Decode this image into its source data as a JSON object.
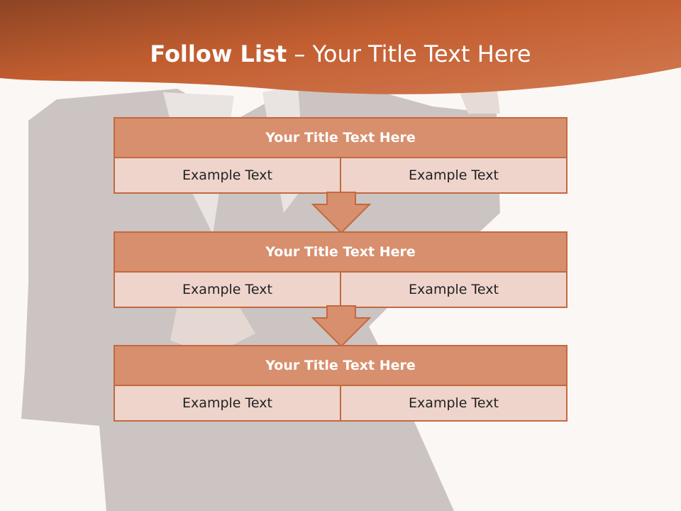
{
  "slide": {
    "title_bold": "Follow List",
    "title_rest": " – Your Title Text Here"
  },
  "colors": {
    "header": "#c25e30",
    "block_title_fill": "#d88f6d",
    "cell_fill": "#eed4cb",
    "border": "#c3693f"
  },
  "steps": [
    {
      "title": "Your Title Text Here",
      "left": "Example Text",
      "right": "Example Text"
    },
    {
      "title": "Your Title Text Here",
      "left": "Example Text",
      "right": "Example Text"
    },
    {
      "title": "Your Title Text Here",
      "left": "Example Text",
      "right": "Example Text"
    }
  ]
}
